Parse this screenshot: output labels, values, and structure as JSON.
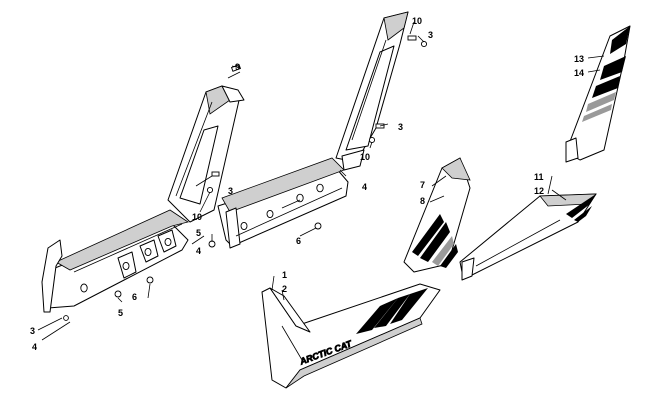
{
  "callouts": {
    "c9": "9",
    "c10a": "10",
    "c3a": "3",
    "c3b": "3",
    "c10b": "10",
    "c3c": "3",
    "c10c": "10",
    "c4a": "4",
    "c5a": "5",
    "c6a": "6",
    "c4b": "4",
    "c6b": "6",
    "c5b": "5",
    "c3d": "3",
    "c4c": "4",
    "c1": "1",
    "c2": "2",
    "c7": "7",
    "c8": "8",
    "c11": "11",
    "c12": "12",
    "c13": "13",
    "c14": "14"
  },
  "logo_text": "ARCTIC CAT",
  "colors": {
    "line": "#000000",
    "shade": "#cfcfcf",
    "background": "#ffffff"
  }
}
